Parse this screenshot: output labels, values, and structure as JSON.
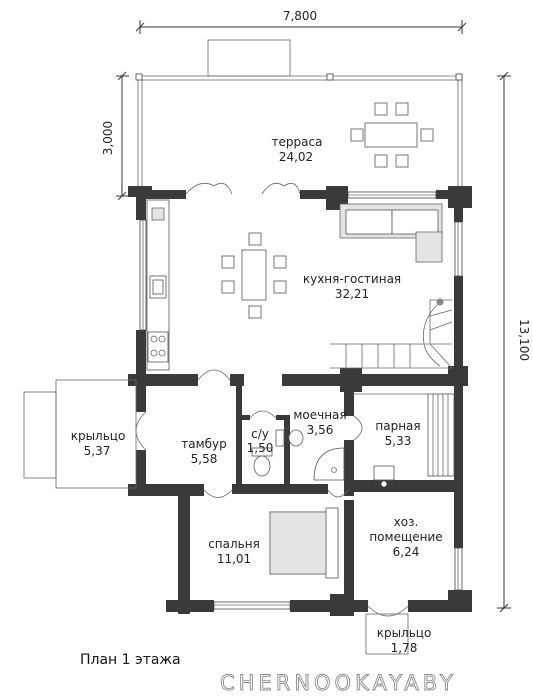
{
  "dimensions": {
    "width_total": "7,800",
    "height_total": "13,100",
    "terrace_depth": "3,000"
  },
  "rooms": {
    "terrace": {
      "name": "терраса",
      "area": "24,02"
    },
    "kitchen": {
      "name": "кухня-гостиная",
      "area": "32,21"
    },
    "porch_left": {
      "name": "крыльцо",
      "area": "5,37"
    },
    "vestibule": {
      "name": "тамбур",
      "area": "5,58"
    },
    "wc": {
      "name": "с/у",
      "area": "1,50"
    },
    "washroom": {
      "name": "моечная",
      "area": "3,56"
    },
    "steam": {
      "name": "парная",
      "area": "5,33"
    },
    "bedroom": {
      "name": "спальня",
      "area": "11,01"
    },
    "utility": {
      "name_line1": "хоз.",
      "name_line2": "помещение",
      "area": "6,24"
    },
    "porch_bottom": {
      "name": "крыльцо",
      "area": "1,78"
    }
  },
  "caption": "План 1 этажа",
  "watermark": "CHERNOOKAYABY"
}
